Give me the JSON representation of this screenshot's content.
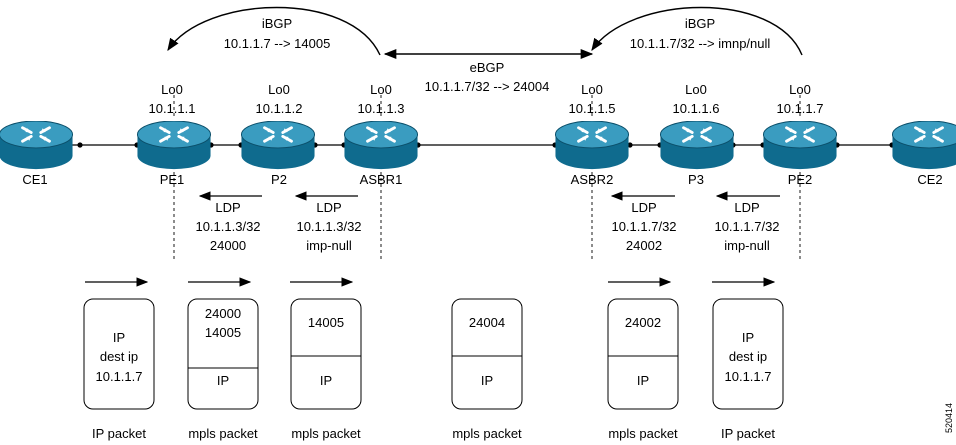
{
  "colors": {
    "router_body": "#0f6b8e",
    "router_top": "#3596b9",
    "router_dark": "#0b4f6a",
    "line": "#000000"
  },
  "icon": "router-icon",
  "routers": [
    {
      "id": "ce1",
      "name": "CE1",
      "lo_label": "",
      "lo_ip": ""
    },
    {
      "id": "pe1",
      "name": "PE1",
      "lo_label": "Lo0",
      "lo_ip": "10.1.1.1"
    },
    {
      "id": "p2",
      "name": "P2",
      "lo_label": "Lo0",
      "lo_ip": "10.1.1.2"
    },
    {
      "id": "asbr1",
      "name": "ASBR1",
      "lo_label": "Lo0",
      "lo_ip": "10.1.1.3"
    },
    {
      "id": "asbr2",
      "name": "ASBR2",
      "lo_label": "Lo0",
      "lo_ip": "10.1.1.5"
    },
    {
      "id": "p3",
      "name": "P3",
      "lo_label": "Lo0",
      "lo_ip": "10.1.1.6"
    },
    {
      "id": "pe2",
      "name": "PE2",
      "lo_label": "Lo0",
      "lo_ip": "10.1.1.7"
    },
    {
      "id": "ce2",
      "name": "CE2",
      "lo_label": "",
      "lo_ip": ""
    }
  ],
  "ibgp_left": {
    "title": "iBGP",
    "route": "10.1.1.7 --> 14005"
  },
  "ebgp": {
    "title": "eBGP",
    "route": "10.1.1.7/32 --> 24004"
  },
  "ibgp_right": {
    "title": "iBGP",
    "route": "10.1.1.7/32 --> imnp/null"
  },
  "ldp": [
    {
      "title": "LDP",
      "prefix": "10.1.1.3/32",
      "label": "24000"
    },
    {
      "title": "LDP",
      "prefix": "10.1.1.3/32",
      "label": "imp-null"
    },
    {
      "title": "LDP",
      "prefix": "10.1.1.7/32",
      "label": "24002"
    },
    {
      "title": "LDP",
      "prefix": "10.1.1.7/32",
      "label": "imp-null"
    }
  ],
  "packets": [
    {
      "type": "ip",
      "lines": [
        "IP",
        "dest ip",
        "10.1.1.7"
      ],
      "caption": "IP packet"
    },
    {
      "type": "mpls",
      "labels": [
        "24000",
        "14005"
      ],
      "payload": "IP",
      "caption": "mpls packet"
    },
    {
      "type": "mpls",
      "labels": [
        "14005"
      ],
      "payload": "IP",
      "caption": "mpls packet"
    },
    {
      "type": "mpls",
      "labels": [
        "24004"
      ],
      "payload": "IP",
      "caption": "mpls packet"
    },
    {
      "type": "mpls",
      "labels": [
        "24002"
      ],
      "payload": "IP",
      "caption": "mpls packet"
    },
    {
      "type": "ip",
      "lines": [
        "IP",
        "dest ip",
        "10.1.1.7"
      ],
      "caption": "IP packet"
    }
  ],
  "watermark": "520414"
}
